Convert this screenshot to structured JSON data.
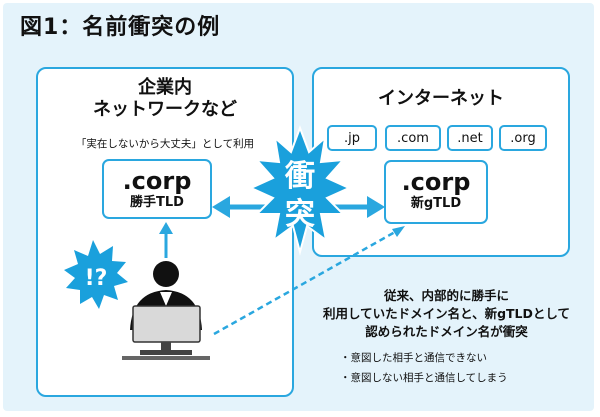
{
  "title": "図1：名前衝突の例",
  "left_panel": {
    "heading_line1": "企業内",
    "heading_line2": "ネットワークなど",
    "subnote": "「実在しないから大丈夫」として利用",
    "box_main": ".corp",
    "box_sub": "勝手TLD",
    "burst_label": "!?"
  },
  "right_panel": {
    "heading": "インターネット",
    "chips": [
      ".jp",
      ".com",
      ".net",
      ".org"
    ],
    "box_main": ".corp",
    "box_sub": "新gTLD"
  },
  "collision": {
    "char1": "衝",
    "char2": "突"
  },
  "caption": {
    "line1": "従来、内部的に勝手に",
    "line2": "利用していたドメイン名と、新gTLDとして",
    "line3": "認められたドメイン名が衝突"
  },
  "notes": [
    "・意図した相手と通信できない",
    "・意図しない相手と通信してしまう"
  ],
  "colors": {
    "accent": "#2aa7df",
    "background": "#e4f3fb",
    "burst": "#1aa0dc"
  }
}
